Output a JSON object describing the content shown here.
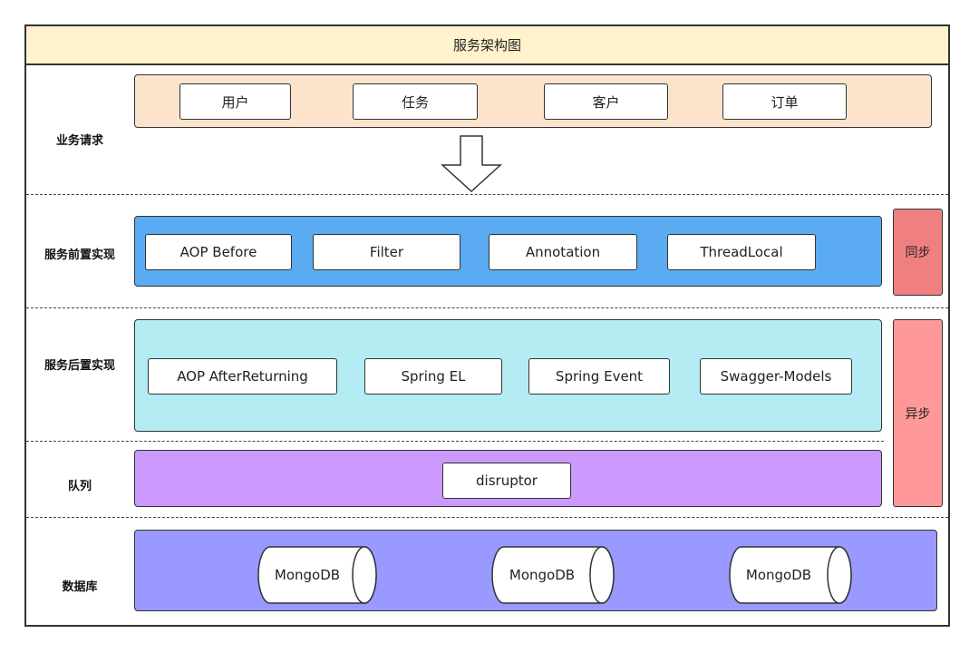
{
  "title": "服务架构图",
  "rows": {
    "business": "业务请求",
    "pre": "服务前置实现",
    "post": "服务后置实现",
    "queue": "队列",
    "db": "数据库"
  },
  "business_items": [
    "用户",
    "任务",
    "客户",
    "订单"
  ],
  "pre_items": [
    "AOP Before",
    "Filter",
    "Annotation",
    "ThreadLocal"
  ],
  "post_items": [
    "AOP AfterReturning",
    "Spring EL",
    "Spring Event",
    "Swagger-Models"
  ],
  "queue_item": "disruptor",
  "db_items": [
    "MongoDB",
    "MongoDB",
    "MongoDB"
  ],
  "side_labels": {
    "sync": "同步",
    "async": "异步"
  },
  "colors": {
    "title_bg": "#fff2cc",
    "business_band": "#fce4cc",
    "pre_band": "#5aabf2",
    "post_band": "#b3ecf3",
    "queue_band": "#cc99ff",
    "db_band": "#9999ff",
    "sync_box": "#f08080",
    "async_box": "#ff9999"
  }
}
